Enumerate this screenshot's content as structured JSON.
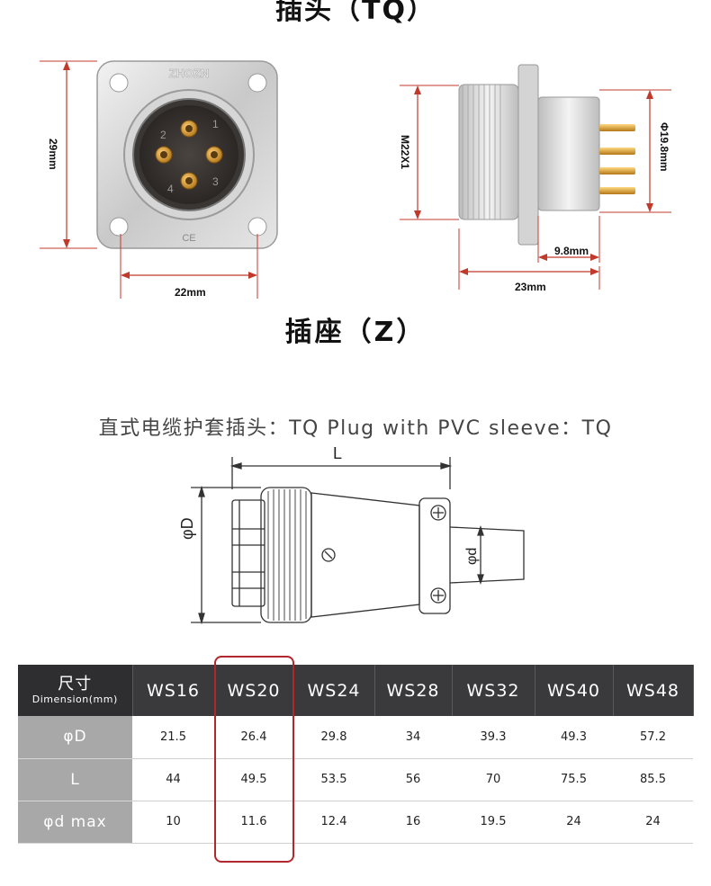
{
  "titles": {
    "plug_top": "插头（TQ）",
    "socket": "插座（Z）",
    "plug_section": "直式电缆护套插头：TQ Plug with PVC sleeve：TQ"
  },
  "socket_front": {
    "height_dim": "29mm",
    "width_dim": "22mm",
    "brand_mark": "ZHOZN",
    "ce_mark": "CE",
    "pin_numbers": [
      "1",
      "2",
      "3",
      "4"
    ]
  },
  "socket_side": {
    "thread_dim": "M22X1",
    "diameter_dim": "Φ19.8mm",
    "pin_length_dim": "9.8mm",
    "length_dim": "23mm"
  },
  "plug_drawing": {
    "length_label": "L",
    "outer_dia_label": "φD",
    "cable_dia_label": "φd"
  },
  "table": {
    "header_zh": "尺寸",
    "header_en": "Dimension(mm)",
    "columns": [
      "WS16",
      "WS20",
      "WS24",
      "WS28",
      "WS32",
      "WS40",
      "WS48"
    ],
    "highlighted_column": "WS20",
    "rows": [
      {
        "label": "φD",
        "values": [
          "21.5",
          "26.4",
          "29.8",
          "34",
          "39.3",
          "49.3",
          "57.2"
        ]
      },
      {
        "label": "L",
        "values": [
          "44",
          "49.5",
          "53.5",
          "56",
          "70",
          "75.5",
          "85.5"
        ]
      },
      {
        "label": "φd max",
        "values": [
          "10",
          "11.6",
          "12.4",
          "16",
          "19.5",
          "24",
          "24"
        ]
      }
    ]
  },
  "colors": {
    "highlight": "#b3262c",
    "dimension_line": "#c0392b",
    "header_bg": "#3a3a3c",
    "row_label_bg": "#a8a8a8"
  }
}
